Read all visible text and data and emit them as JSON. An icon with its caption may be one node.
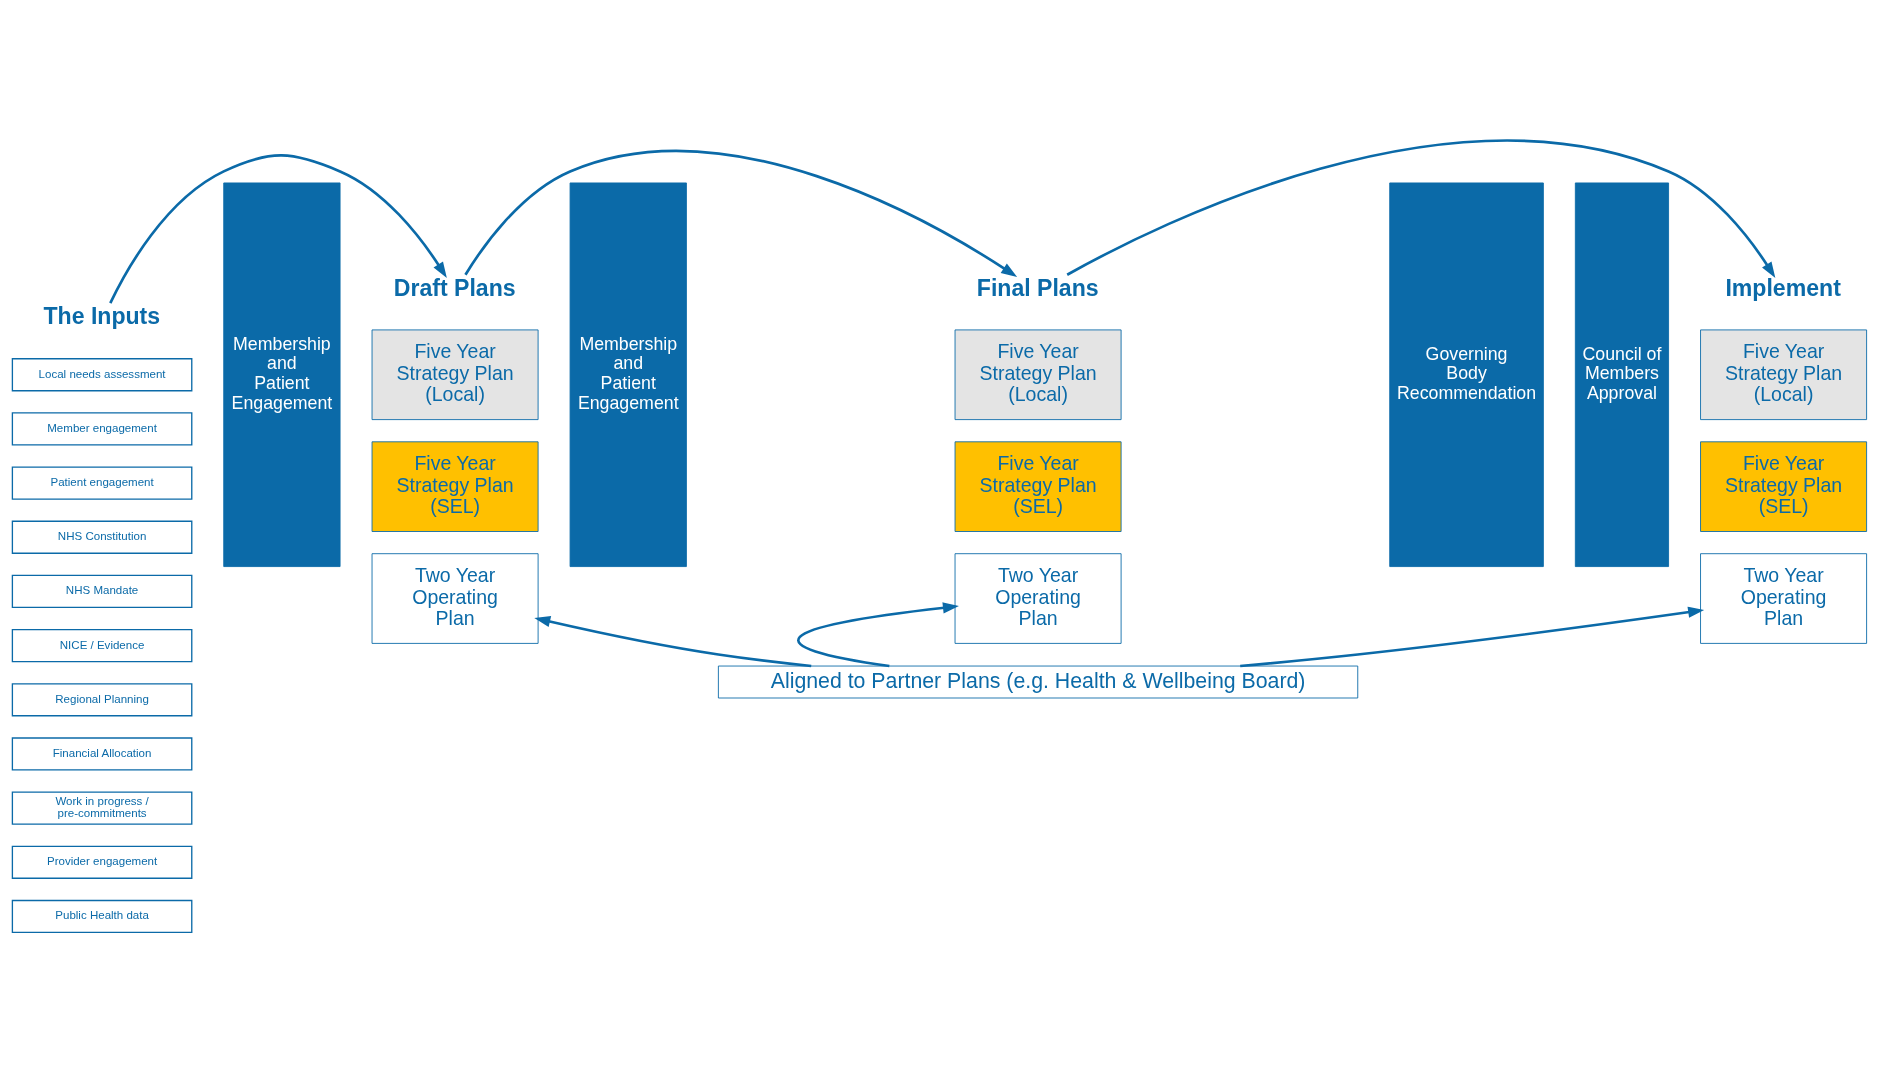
{
  "diagram": {
    "nodes": [
      {
        "text": [
          "The Inputs"
        ]
      },
      {
        "text": [
          "Draft Plans"
        ]
      },
      {
        "text": [
          "Final Plans"
        ]
      },
      {
        "text": [
          "Implement"
        ]
      },
      {
        "text": [
          "Local needs assessment"
        ]
      },
      {
        "text": [
          "Member engagement"
        ]
      },
      {
        "text": [
          "Patient engagement"
        ]
      },
      {
        "text": [
          "NHS Constitution"
        ]
      },
      {
        "text": [
          "NHS Mandate"
        ]
      },
      {
        "text": [
          "NICE / Evidence"
        ]
      },
      {
        "text": [
          "Regional Planning"
        ]
      },
      {
        "text": [
          "Financial Allocation"
        ]
      },
      {
        "text": [
          "Work in progress / pre-commitments"
        ]
      },
      {
        "text": [
          "Provider engagement"
        ]
      },
      {
        "text": [
          "Public Health data"
        ]
      },
      {
        "text": [
          "Membership and Patient Engagement"
        ]
      },
      {
        "text": [
          "Five Year Strategy Plan (Local)"
        ]
      },
      {
        "text": [
          "Five Year Strategy Plan (SEL)"
        ]
      },
      {
        "text": [
          "Two Year Operating Plan"
        ]
      },
      {
        "text": [
          "Membership and Patient Engagement"
        ]
      },
      {
        "text": [
          "Five Year Strategy Plan (Local)"
        ]
      },
      {
        "text": [
          "Five Year Strategy Plan (SEL)"
        ]
      },
      {
        "text": [
          "Two Year Operating Plan"
        ]
      },
      {
        "text": [
          "Governing Body Recommendation"
        ]
      },
      {
        "text": [
          "Council of Members Approval"
        ]
      },
      {
        "text": [
          "Five Year Strategy Plan (Local)"
        ]
      },
      {
        "text": [
          "Five Year Strategy Plan (SEL)"
        ]
      },
      {
        "text": [
          "Two Year Operating Plan"
        ]
      },
      {
        "text": [
          "Aligned to Partner Plans (e.g. Health & Wellbeing Board)"
        ]
      }
    ],
    "edges": [
      {
        "from": 0,
        "to": 1,
        "arrow": "to"
      },
      {
        "from": 1,
        "to": 2,
        "arrow": "to"
      },
      {
        "from": 2,
        "to": 3,
        "arrow": "to"
      },
      {
        "from": 28,
        "to": 18,
        "arrow": "to"
      },
      {
        "from": 28,
        "to": 22,
        "arrow": "to"
      },
      {
        "from": 28,
        "to": 27,
        "arrow": "to"
      }
    ]
  }
}
